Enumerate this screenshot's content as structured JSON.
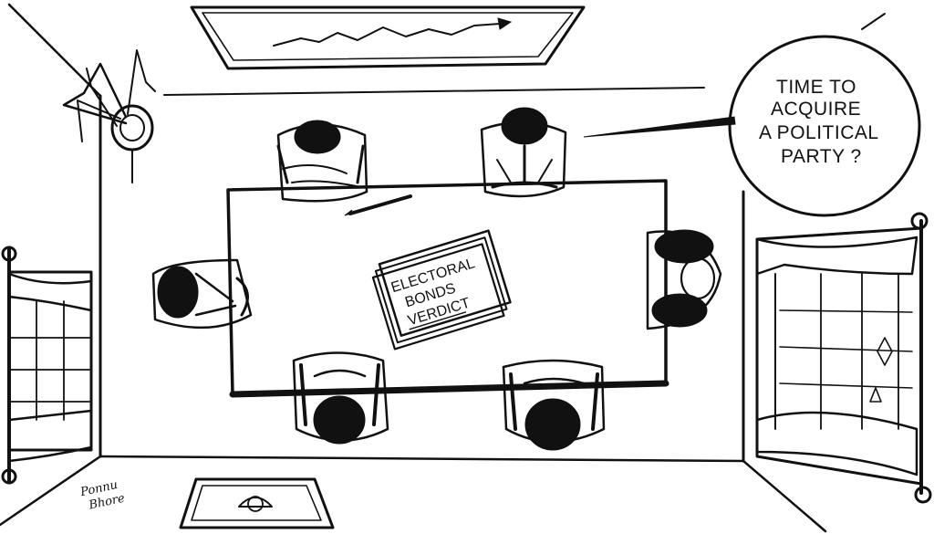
{
  "speech_bubble": {
    "lines": [
      "TIME TO",
      "ACQUIRE",
      "A POLITICAL",
      "PARTY ?"
    ]
  },
  "newspaper": {
    "lines": [
      "ELECTORAL",
      "BONDS",
      "VERDICT"
    ]
  },
  "signature": {
    "lines": [
      "Ponnu",
      "Bhore"
    ]
  },
  "wall_chart": {
    "trend": "rising"
  }
}
